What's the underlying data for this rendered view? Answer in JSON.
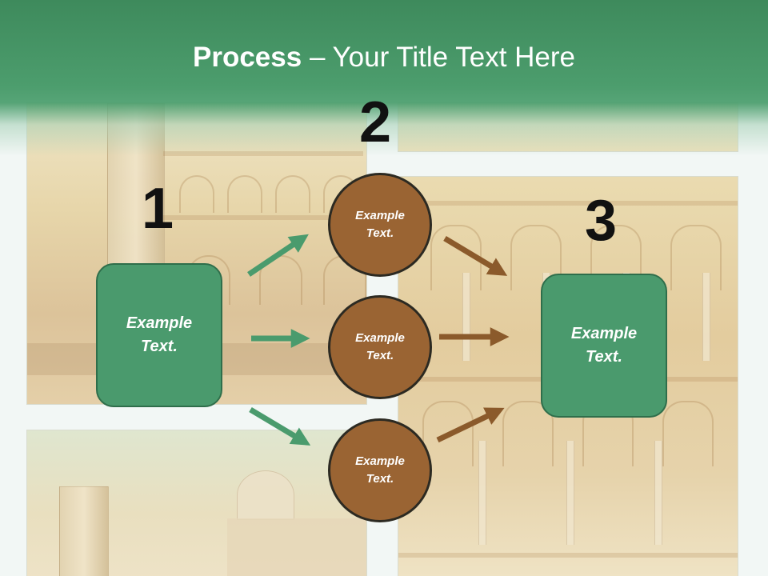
{
  "title": {
    "bold": "Process",
    "rest": " – Your Title Text Here"
  },
  "steps": {
    "one": "1",
    "two": "2",
    "three": "3"
  },
  "left_box": {
    "label": "Example\nText."
  },
  "middle_circles": [
    {
      "label": "Example\nText."
    },
    {
      "label": "Example\nText."
    },
    {
      "label": "Example\nText."
    }
  ],
  "right_box": {
    "label": "Example\nText."
  },
  "colors": {
    "header_green": "#4a9b6c",
    "box_green": "#4a9a6d",
    "circle_brown": "#9a6433",
    "arrow_green": "#4a9b6d",
    "arrow_brown": "#8b5a2b"
  }
}
